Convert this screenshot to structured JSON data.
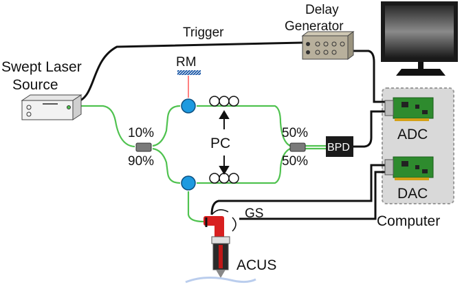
{
  "labels": {
    "source_line1": "Swept Laser",
    "source_line2": "Source",
    "trigger": "Trigger",
    "delay_line1": "Delay",
    "delay_line2": "Generator",
    "rm": "RM",
    "pc": "PC",
    "split_top": "10%",
    "split_bottom": "90%",
    "combine_top": "50%",
    "combine_bottom": "50%",
    "bpd": "BPD",
    "adc": "ADC",
    "dac": "DAC",
    "computer": "Computer",
    "gs": "GS",
    "acus": "ACUS"
  },
  "colors": {
    "fiber": "#4fc24f",
    "cable": "#111111",
    "circulator": "#1e9ae0",
    "board": "#2e8b2e",
    "computer_panel": "#d9d9d9",
    "delay_box": "#b8b09c",
    "bpd_box": "#1a1a1a",
    "laser_beam": "#d92020"
  }
}
